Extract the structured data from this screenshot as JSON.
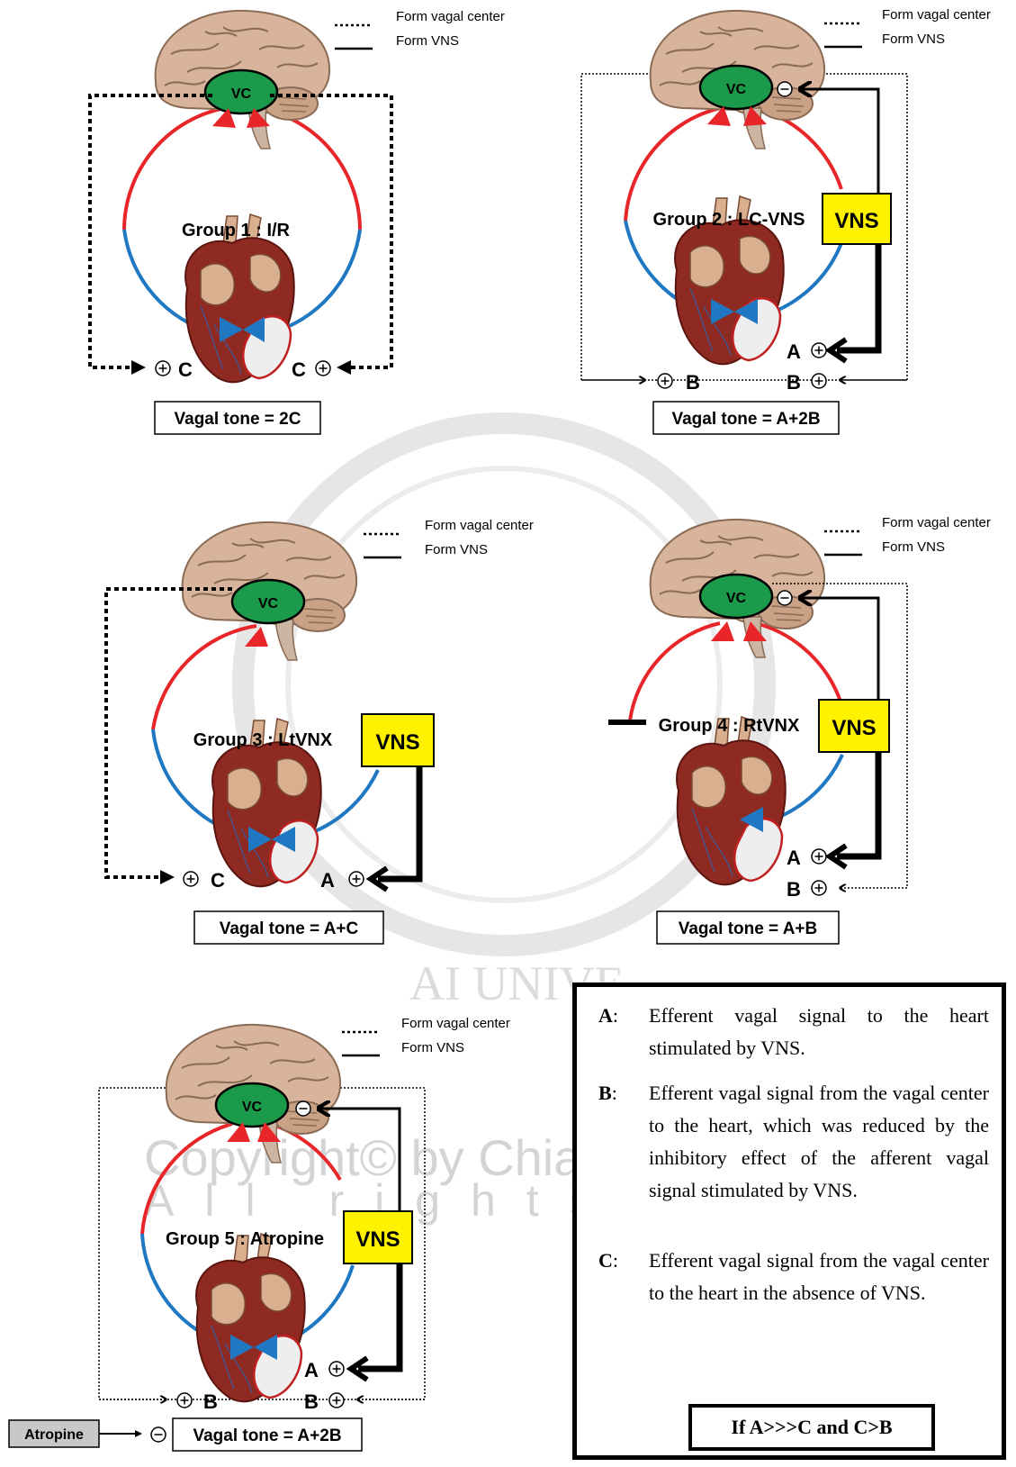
{
  "legend": {
    "dotted_label": "Form vagal center",
    "solid_label": "Form VNS"
  },
  "vc_label": "VC",
  "vns_label": "VNS",
  "plus_symbol": "⊕",
  "minus_symbol": "⊖",
  "panels": [
    {
      "title": "Group 1 : I/R",
      "left_label": "C",
      "right_label": "C",
      "tone": "Vagal tone = 2C"
    },
    {
      "title": "Group 2 : LC-VNS",
      "label_a": "A",
      "label_b_left": "B",
      "label_b_right": "B",
      "tone": "Vagal tone = A+2B"
    },
    {
      "title": "Group 3 : LtVNX",
      "left_label": "C",
      "label_a": "A",
      "tone": "Vagal tone = A+C"
    },
    {
      "title": "Group 4 : RtVNX",
      "label_a": "A",
      "label_b": "B",
      "tone": "Vagal tone = A+B"
    },
    {
      "title": "Group 5 : Atropine",
      "label_a": "A",
      "label_b_left": "B",
      "label_b_right": "B",
      "tone": "Vagal tone = A+2B",
      "drug": "Atropine"
    }
  ],
  "definitions": [
    {
      "key": "A",
      "text": "Efferent vagal signal to the heart stimulated by VNS."
    },
    {
      "key": "B",
      "text": "Efferent vagal signal from the vagal center to the heart, which was reduced by the inhibitory effect of the afferent vagal signal stimulated by VNS."
    },
    {
      "key": "C",
      "text": "Efferent vagal signal from the vagal center to the heart in the absence of VNS."
    }
  ],
  "condition": "If A>>>C and C>B",
  "watermark": [
    "AI UNIVE",
    "Copyright© by Chia",
    "All rights"
  ],
  "colors": {
    "afferent": "#e8262a",
    "efferent": "#1f78c1",
    "vc_fill": "#1a9a4a",
    "vns_fill": "#fff200",
    "brain": "#d7b49b",
    "heart": "#8e2a22",
    "atropine_fill": "#c8c8c8"
  }
}
